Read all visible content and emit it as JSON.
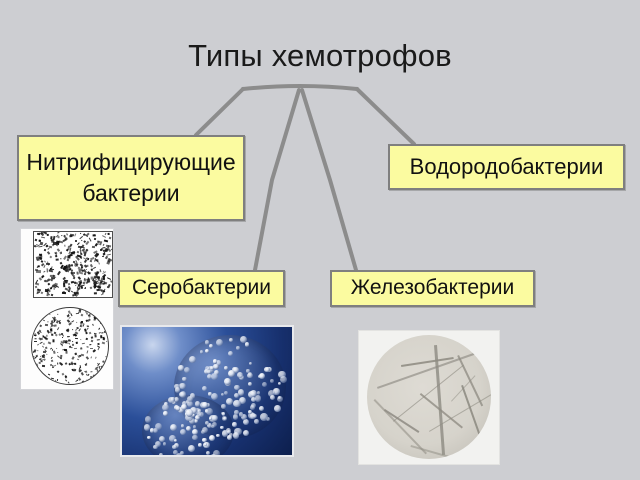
{
  "slide": {
    "title": "Типы хемотрофов",
    "background_color": "#cdced2",
    "node_fill_color": "#fbfba0",
    "node_border_color": "#7f7f7f",
    "connector_color": "#8c8c8c",
    "text_color": "#111111"
  },
  "diagram": {
    "type": "tree",
    "root": "Типы хемотрофов",
    "nodes": [
      {
        "id": "nitrifying",
        "label": "Нитрифицирующие бактерии",
        "has_figure": true
      },
      {
        "id": "sulfur",
        "label": "Серобактерии",
        "has_figure": true
      },
      {
        "id": "iron",
        "label": "Железобактерии",
        "has_figure": true
      },
      {
        "id": "hydrogen",
        "label": "Водородобактерии",
        "has_figure": false
      }
    ]
  },
  "figures": {
    "nitrifying": {
      "caption_target": "Нитрифицирующие бактерии",
      "kind": "micrograph-speckled"
    },
    "sulfur": {
      "caption_target": "Серобактерии",
      "kind": "micrograph-blue-granules"
    },
    "iron": {
      "caption_target": "Железобактерии",
      "kind": "micrograph-grayscale-filaments"
    }
  }
}
